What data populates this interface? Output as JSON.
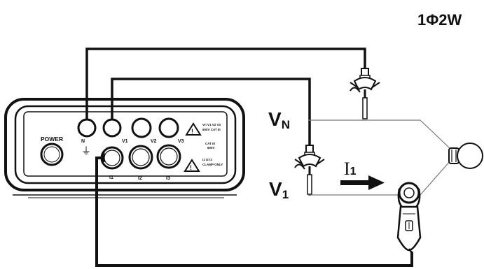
{
  "diagram": {
    "wiring_mode": "1Φ2W",
    "node_labels": {
      "vn_main": "V",
      "vn_sub": "N",
      "v1_main": "V",
      "v1_sub": "1",
      "current_main": "I",
      "current_sub": "1"
    },
    "meter": {
      "power_label": "POWER",
      "ground_symbol": "⏚",
      "top_jacks": [
        "N",
        "V1",
        "V2",
        "V3"
      ],
      "bottom_jacks": [
        "I1",
        "I2",
        "I3"
      ],
      "warning_lines_1": [
        "Vn V1 V2 V3",
        "600V CAT III"
      ],
      "warning_lines_2": [
        "CAT III",
        "600V"
      ],
      "warning_lines_3": [
        "I1 I2 I3",
        "CLAMP ONLY"
      ]
    }
  }
}
